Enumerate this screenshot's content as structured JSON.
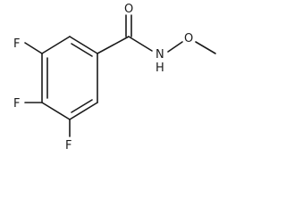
{
  "molecule": {
    "atoms": {
      "fluorine_top": "F",
      "fluorine_middle": "F",
      "fluorine_bottom": "F",
      "carbonyl_oxygen": "O",
      "amide_nitrogen": "N",
      "amide_hydrogen": "H",
      "ether_oxygen": "O"
    }
  }
}
